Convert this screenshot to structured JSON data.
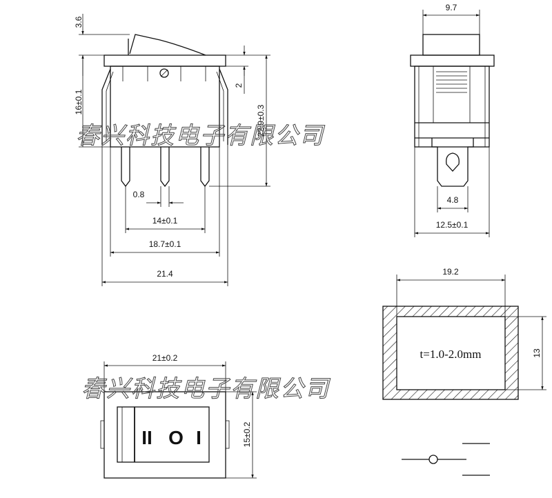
{
  "watermark": "春兴科技电子有限公司",
  "side_view": {
    "dims": {
      "lever_height": "3.6",
      "body_height": "16±0.1",
      "terminal_offset": "2",
      "total_height": "22.9±0.3",
      "pin_width": "0.8",
      "pin_spacing": "14±0.1",
      "pin_outer": "18.7±0.1",
      "overall_width": "21.4"
    }
  },
  "end_view": {
    "dims": {
      "top_width": "9.7",
      "terminal_width": "4.8",
      "body_width": "12.5±0.1"
    }
  },
  "cutout": {
    "width": "19.2",
    "height": "13",
    "thickness": "t=1.0-2.0mm"
  },
  "top_view": {
    "dims": {
      "width": "21±0.2",
      "height": "15±0.2"
    },
    "markings": [
      "II",
      "O",
      "I"
    ]
  }
}
